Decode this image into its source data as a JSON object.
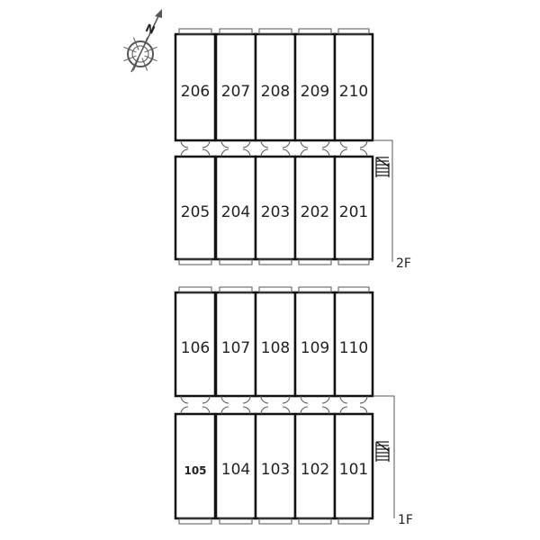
{
  "compass": {
    "north_label": "N",
    "icon": "compass-icon"
  },
  "floors": [
    {
      "id": "2F",
      "label": "2F",
      "upper_row": [
        "206",
        "207",
        "208",
        "209",
        "210"
      ],
      "lower_row": [
        "205",
        "204",
        "203",
        "202",
        "201"
      ],
      "stairs_icon": "stairs-icon"
    },
    {
      "id": "1F",
      "label": "1F",
      "upper_row": [
        "106",
        "107",
        "108",
        "109",
        "110"
      ],
      "lower_row": [
        "105",
        "104",
        "103",
        "102",
        "101"
      ],
      "stairs_icon": "stairs-icon"
    }
  ],
  "colors": {
    "wall": "#111111",
    "line": "#555555",
    "background": "#ffffff"
  }
}
